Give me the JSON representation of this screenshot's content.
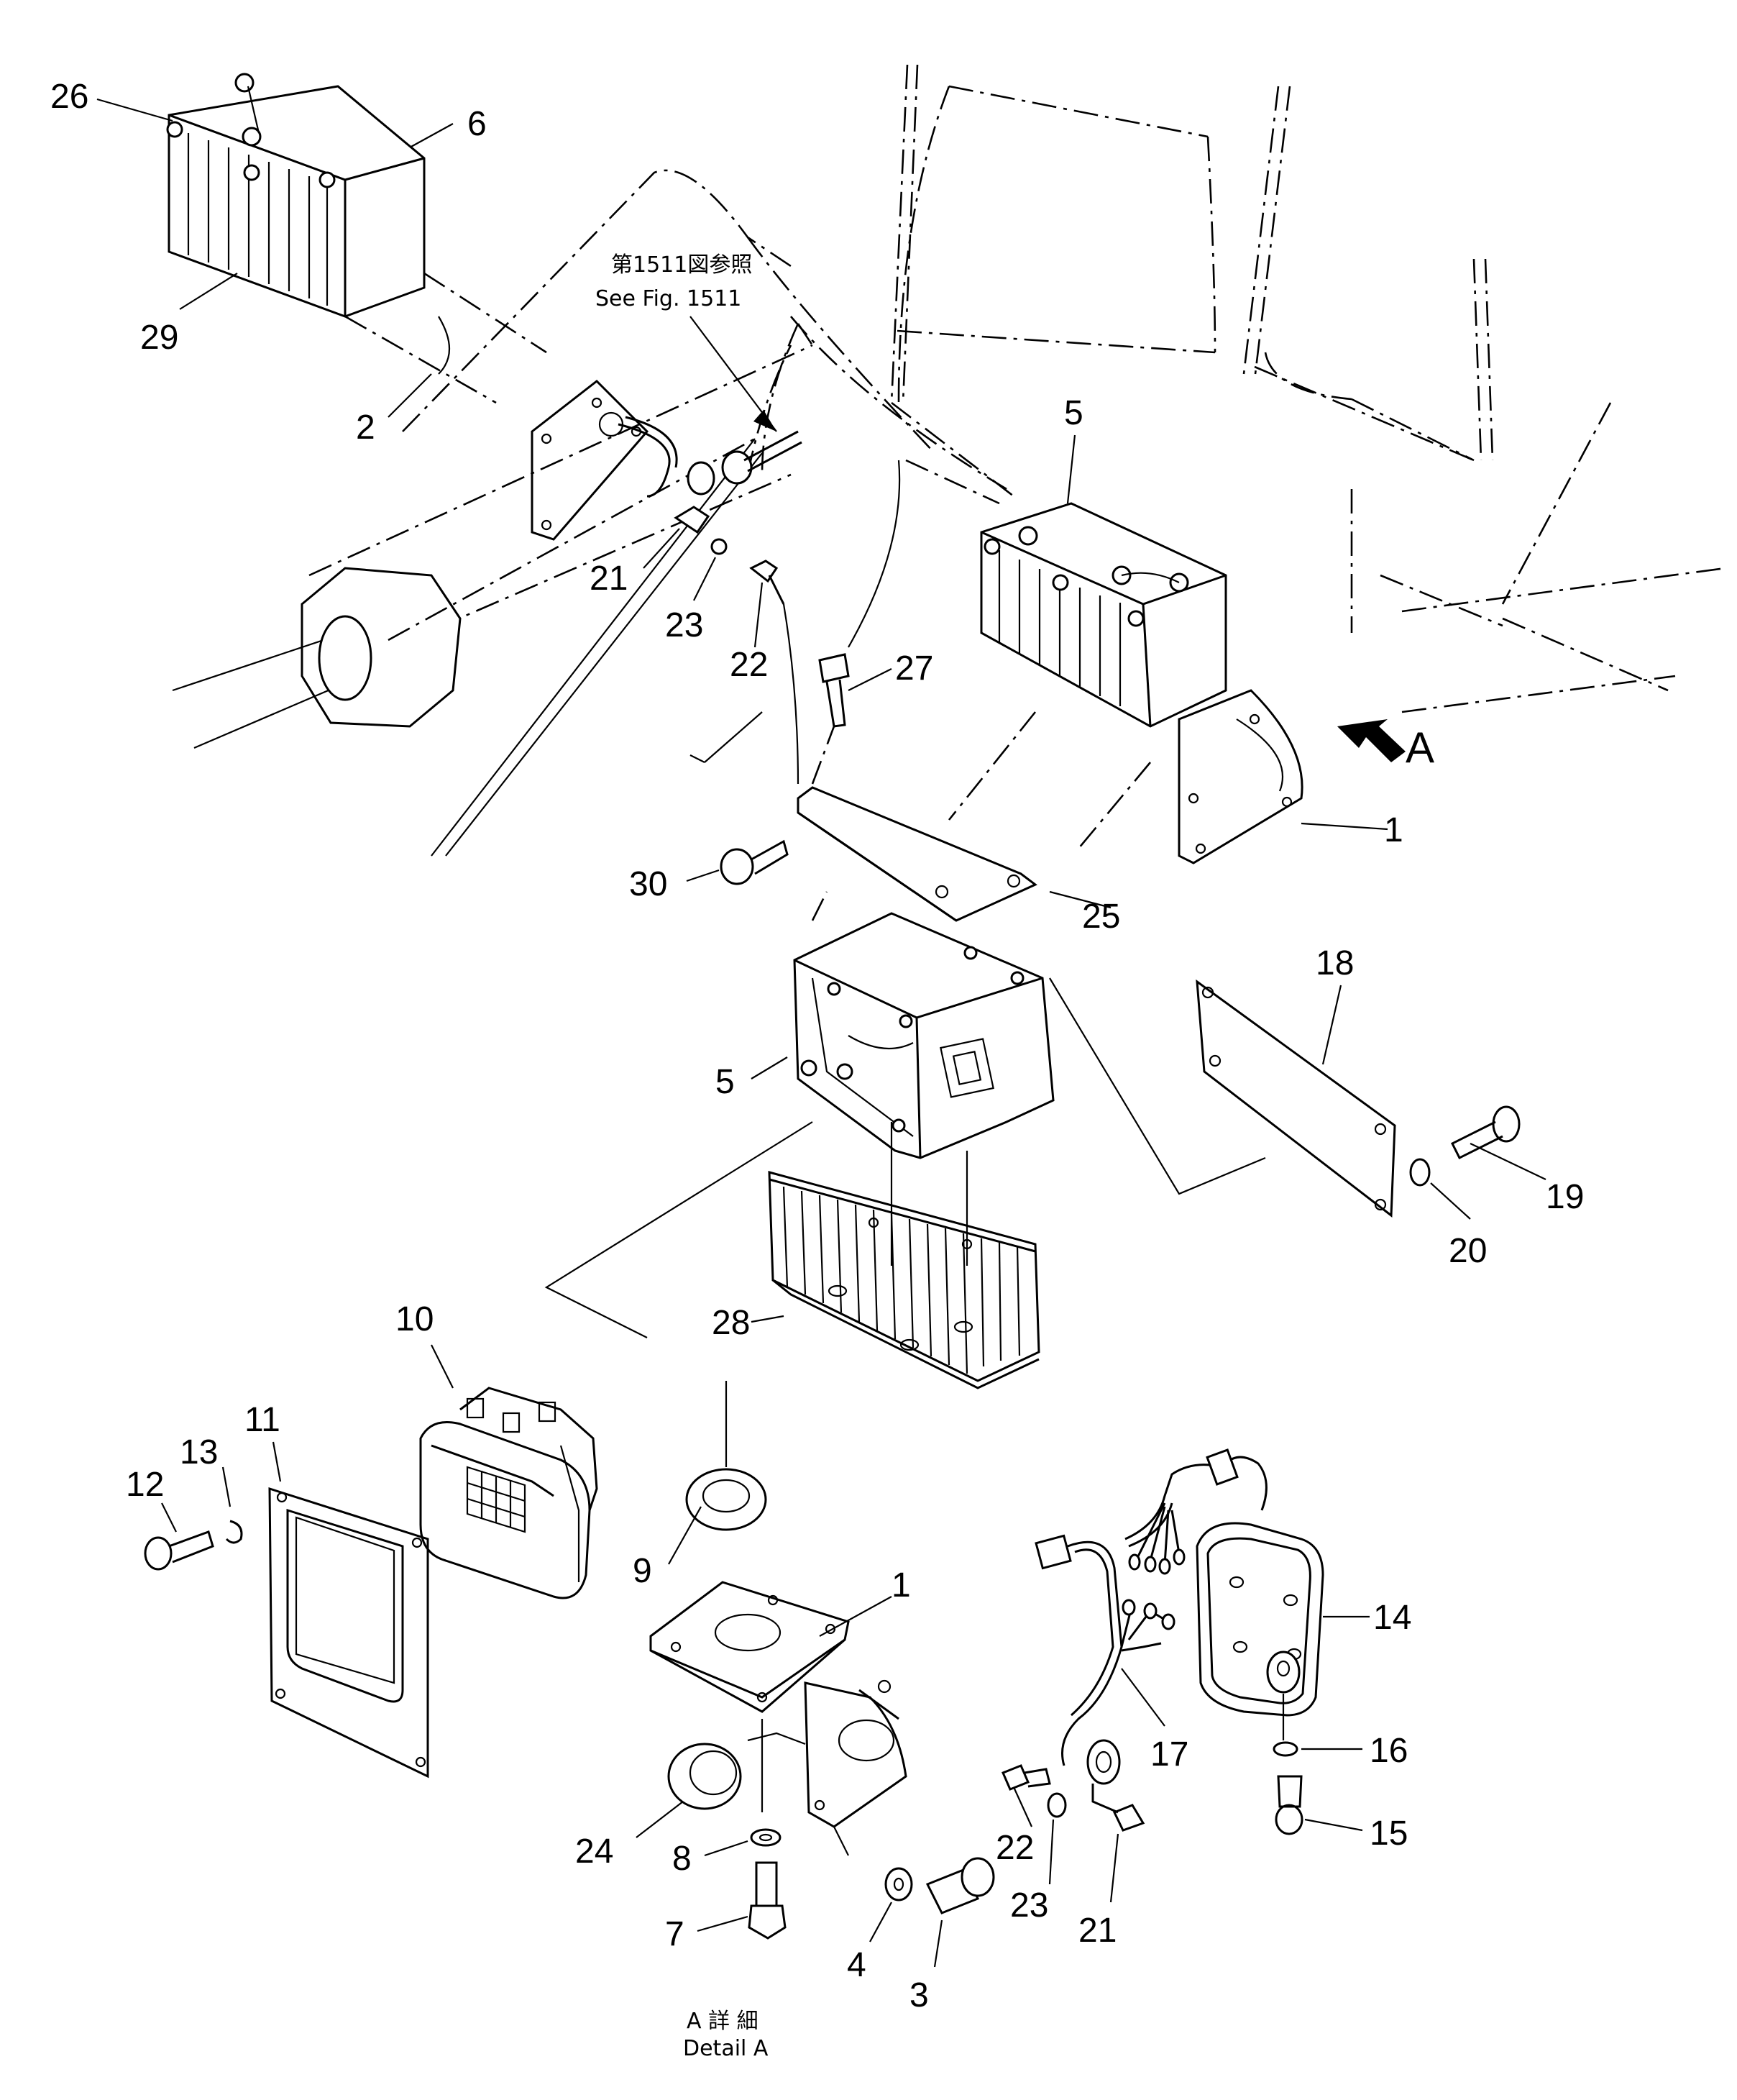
{
  "reference_note": {
    "japanese": "第1511図参照",
    "english": "See Fig. 1511"
  },
  "view_arrow_label": "A",
  "detail_caption": {
    "japanese": "A 詳 細",
    "english": "Detail A"
  },
  "callouts": {
    "c26": "26",
    "c6": "6",
    "c29": "29",
    "c2": "2",
    "c5_top": "5",
    "c21_top": "21",
    "c23_top": "23",
    "c22_top": "22",
    "c27": "27",
    "c1_top": "1",
    "c30": "30",
    "c25": "25",
    "c18": "18",
    "c5_mid": "5",
    "c19": "19",
    "c20": "20",
    "c28": "28",
    "c10": "10",
    "c11": "11",
    "c13": "13",
    "c12": "12",
    "c9": "9",
    "c1_bot": "1",
    "c14": "14",
    "c17": "17",
    "c16": "16",
    "c15": "15",
    "c24": "24",
    "c8": "8",
    "c7": "7",
    "c22_bot": "22",
    "c23_bot": "23",
    "c21_bot": "21",
    "c4": "4",
    "c3": "3"
  }
}
